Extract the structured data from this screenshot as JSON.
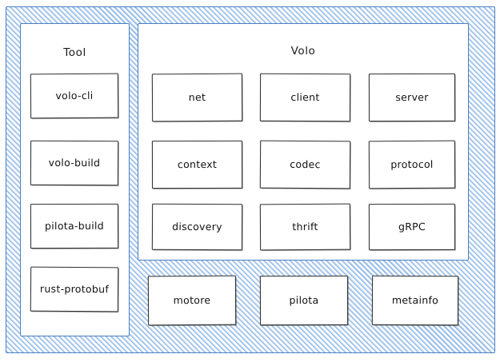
{
  "diagram": {
    "style": "hand-drawn sketch",
    "background_pattern": "blue-diagonal-hatch",
    "colors": {
      "frame_border": "#4a7ec4",
      "hatch_blue": "#8fb6e4",
      "node_border": "#2e2e2e",
      "node_fill": "#ffffff",
      "text": "#111111"
    }
  },
  "tool_panel": {
    "title": "Tool",
    "nodes": [
      {
        "label": "volo-cli"
      },
      {
        "label": "volo-build"
      },
      {
        "label": "pilota-build"
      },
      {
        "label": "rust-protobuf"
      }
    ]
  },
  "volo_panel": {
    "title": "Volo",
    "nodes": [
      {
        "label": "net"
      },
      {
        "label": "client"
      },
      {
        "label": "server"
      },
      {
        "label": "context"
      },
      {
        "label": "codec"
      },
      {
        "label": "protocol"
      },
      {
        "label": "discovery"
      },
      {
        "label": "thrift"
      },
      {
        "label": "gRPC"
      }
    ]
  },
  "bottom_row": {
    "nodes": [
      {
        "label": "motore"
      },
      {
        "label": "pilota"
      },
      {
        "label": "metainfo"
      }
    ]
  }
}
